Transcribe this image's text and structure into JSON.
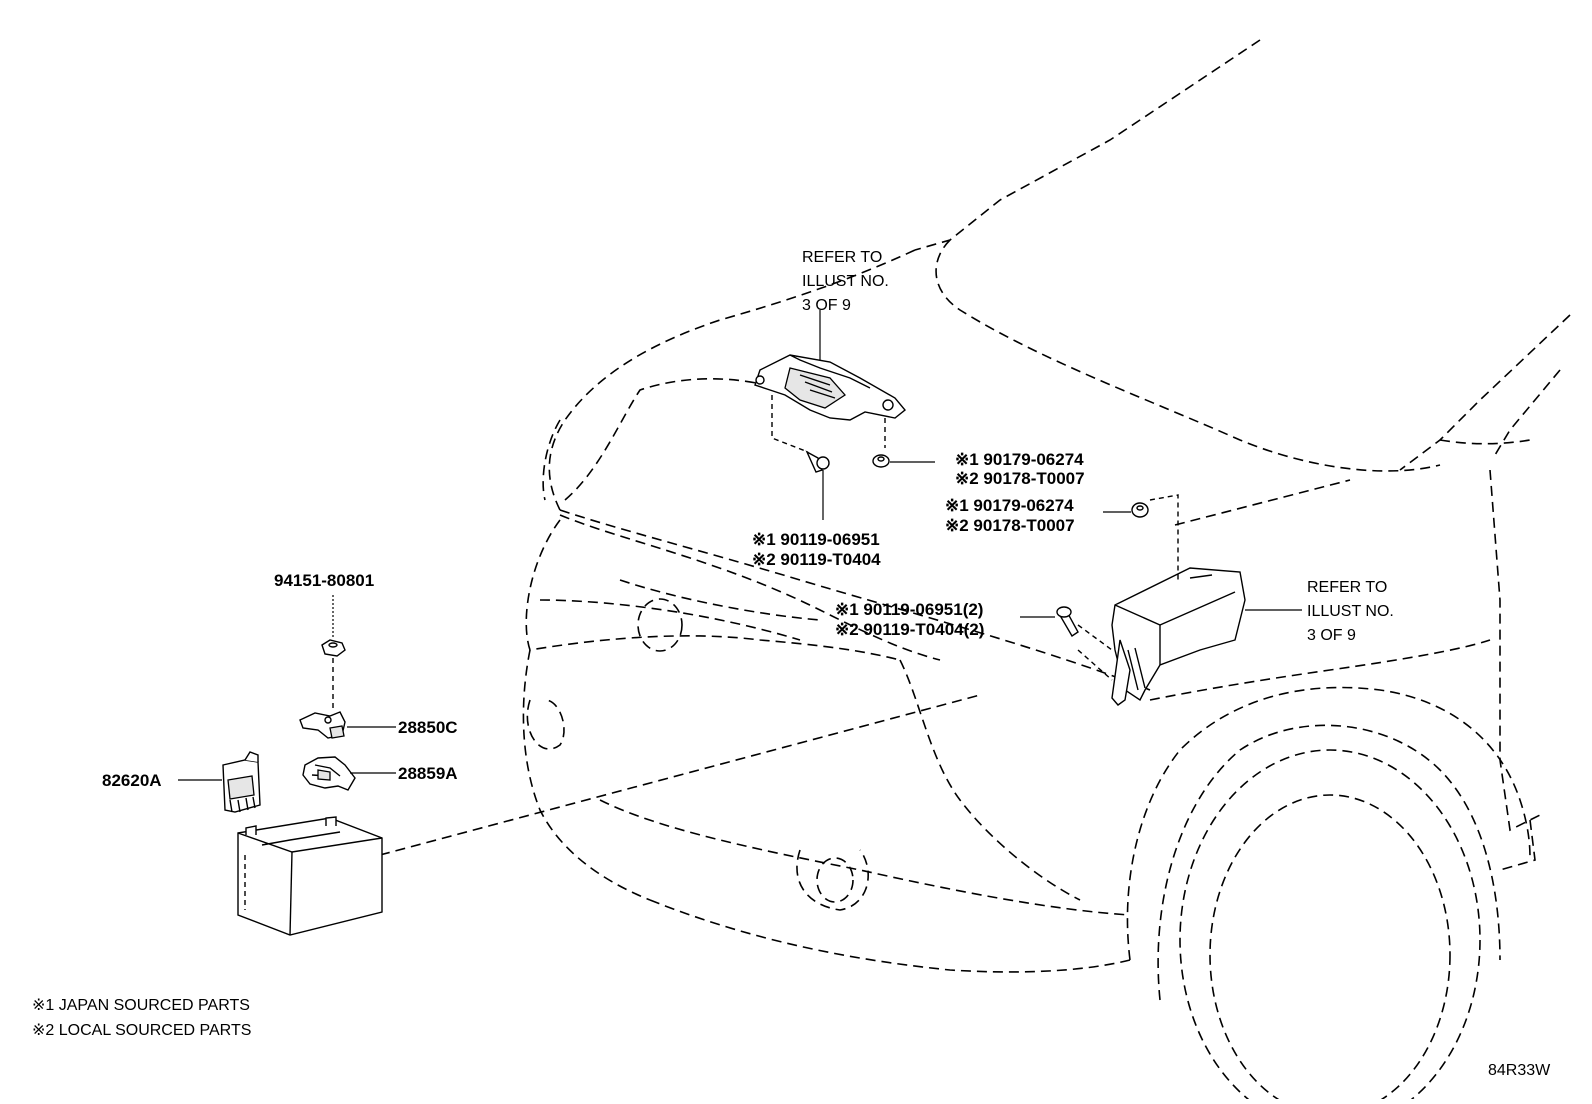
{
  "refer_top": [
    "REFER TO",
    "ILLUST NO.",
    "3 OF 9"
  ],
  "refer_right": [
    "REFER TO",
    "ILLUST NO.",
    "3 OF 9"
  ],
  "callouts": {
    "upper_nut": [
      "※1 90179-06274",
      "※2 90178-T0007"
    ],
    "upper_bolt": [
      "※1 90119-06951",
      "※2 90119-T0404"
    ],
    "mid_nut": [
      "※1 90179-06274",
      "※2 90178-T0007"
    ],
    "mid_bolt": [
      "※1 90119-06951(2)",
      "※2 90119-T0404(2)"
    ]
  },
  "parts": {
    "nut_top": "94151-80801",
    "clamp_upper": "28850C",
    "clamp_lower": "28859A",
    "fuse_block": "82620A"
  },
  "legend": [
    "※1 JAPAN SOURCED PARTS",
    "※2 LOCAL SOURCED PARTS"
  ],
  "illustration_id": "84R33W",
  "icons": [
    "engine-room-junction-block",
    "relay-block",
    "battery",
    "nut",
    "bolt",
    "battery-clamp",
    "fuse-block"
  ]
}
